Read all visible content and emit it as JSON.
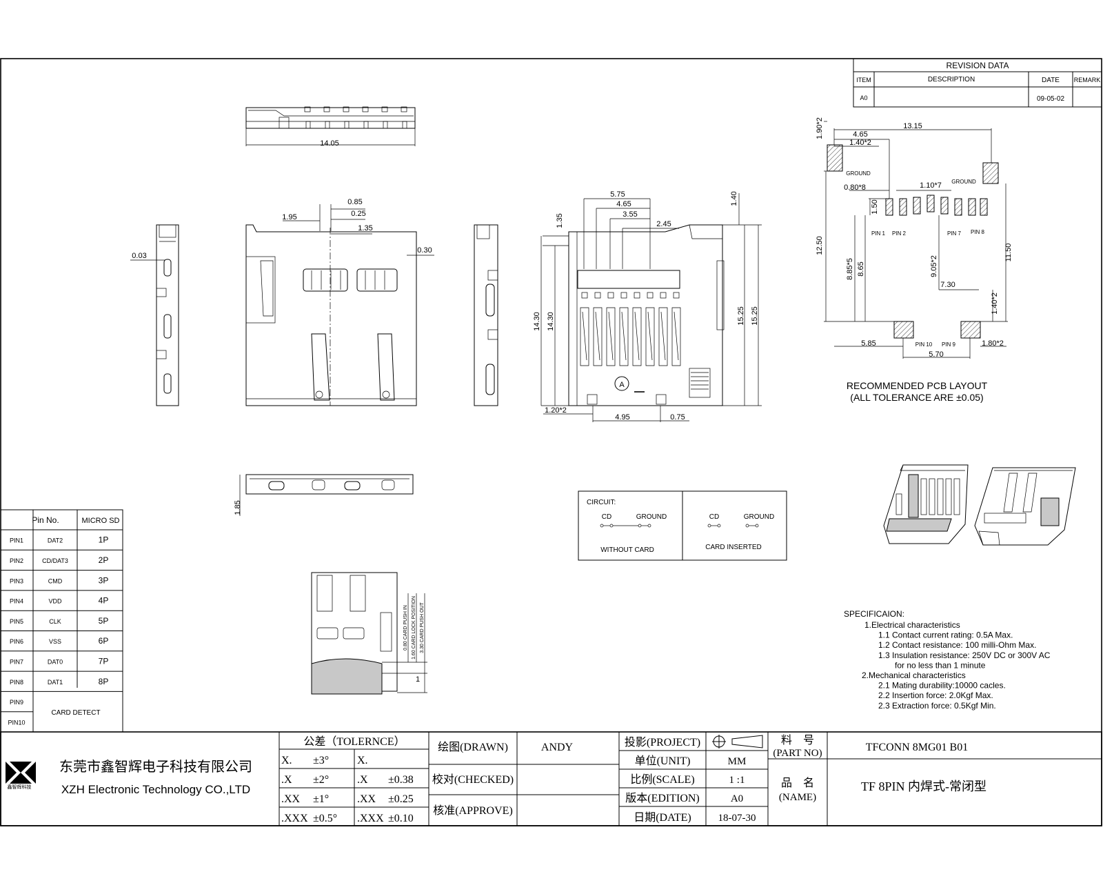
{
  "revision": {
    "title": "REVISION DATA",
    "headers": [
      "ITEM",
      "DESCRIPTION",
      "DATE",
      "REMARK"
    ],
    "row": {
      "item": "A0",
      "description": "",
      "date": "09-05-02",
      "remark": ""
    }
  },
  "top_view": {
    "width_dim": "14.05"
  },
  "front_view": {
    "dims": [
      "0.85",
      "0.25",
      "1.95",
      "1.35",
      "0.30"
    ]
  },
  "side_view": {
    "dim": "0.03"
  },
  "main_view": {
    "dims_top": [
      "5.75",
      "4.65",
      "3.55",
      "2.45",
      "1.35",
      "1.40"
    ],
    "dims_side": [
      "14.30",
      "14.30",
      "15.25",
      "15.25"
    ],
    "dims_bottom": [
      "1.20*2",
      "4.95",
      "0.75"
    ],
    "marker": "A"
  },
  "bottom_view": {
    "dim": "1.85"
  },
  "pcb_layout": {
    "dims": [
      "13.15",
      "4.65",
      "1.40*2",
      "1.90*2",
      "0.80*8",
      "1.10*7",
      "1.50",
      "12.50",
      "8.85*5",
      "8.65",
      "9.05*2",
      "7.30",
      "11.50",
      "1.40*2",
      "5.85",
      "5.70",
      "1.80*2"
    ],
    "labels": {
      "ground1": "GROUND",
      "ground2": "GROUND",
      "pin1": "PIN 1",
      "pin2": "PIN 2",
      "pin7": "PIN 7",
      "pin8": "PIN 8",
      "pin10": "PIN 10",
      "pin9": "PIN 9"
    },
    "caption1": "RECOMMENDED PCB LAYOUT",
    "caption2": "(ALL TOLERANCE ARE ±0.05)"
  },
  "push_view": {
    "labels": [
      "0.80 CARD PUSH IN",
      "1.60 CARD LOCK POSITION",
      "3.30 CARD PUSH OUT"
    ],
    "dim": "1"
  },
  "pin_table": {
    "headers": [
      "Pin No.",
      "MICRO SD"
    ],
    "rows": [
      {
        "pin": "PIN1",
        "name": "DAT2",
        "sd": "1P"
      },
      {
        "pin": "PIN2",
        "name": "CD/DAT3",
        "sd": "2P"
      },
      {
        "pin": "PIN3",
        "name": "CMD",
        "sd": "3P"
      },
      {
        "pin": "PIN4",
        "name": "VDD",
        "sd": "4P"
      },
      {
        "pin": "PIN5",
        "name": "CLK",
        "sd": "5P"
      },
      {
        "pin": "PIN6",
        "name": "VSS",
        "sd": "6P"
      },
      {
        "pin": "PIN7",
        "name": "DAT0",
        "sd": "7P"
      },
      {
        "pin": "PIN8",
        "name": "DAT1",
        "sd": "8P"
      },
      {
        "pin": "PIN9",
        "name": "",
        "sd": ""
      },
      {
        "pin": "PIN10",
        "name": "",
        "sd": ""
      }
    ],
    "merged": "CARD DETECT"
  },
  "circuit": {
    "title": "CIRCUIT:",
    "left": {
      "cd": "CD",
      "ground": "GROUND",
      "caption": "WITHOUT CARD"
    },
    "right": {
      "cd": "CD",
      "ground": "GROUND",
      "caption": "CARD INSERTED"
    }
  },
  "spec": {
    "title": "SPECIFICAION:",
    "lines": [
      "1.Electrical characteristics",
      "1.1 Contact current rating: 0.5A Max.",
      "1.2 Contact resistance: 100 milli-Ohm Max.",
      "1.3 Insulation resistance: 250V DC or 300V AC",
      "for no less than 1 minute",
      "2.Mechanical characteristics",
      "2.1 Mating durability:10000 cacles.",
      "2.2 Insertion force: 2.0Kgf Max.",
      "2.3 Extraction force: 0.5Kgf Min."
    ]
  },
  "title_block": {
    "company_cn": "东莞市鑫智辉电子科技有限公司",
    "company_en": "XZH Electronic Technology CO.,LTD",
    "logo_sub": "鑫智辉科技",
    "tolerance": {
      "title": "公差（TOLERNCE）",
      "rows": [
        [
          "X.",
          "±3°",
          "X.",
          ""
        ],
        [
          ".X",
          "±2°",
          ".X",
          "±0.38"
        ],
        [
          ".XX",
          "±1°",
          ".XX",
          "±0.25"
        ],
        [
          ".XXX",
          "±0.5°",
          ".XXX",
          "±0.10"
        ]
      ]
    },
    "drawn_label": "绘图(DRAWN)",
    "drawn_value": "ANDY",
    "checked_label": "校对(CHECKED)",
    "approve_label": "核准(APPROVE)",
    "project_label": "投影(PROJECT)",
    "unit_label": "单位(UNIT)",
    "unit_value": "MM",
    "scale_label": "比例(SCALE)",
    "scale_value": "1 :1",
    "edition_label": "版本(EDITION)",
    "edition_value": "A0",
    "date_label": "日期(DATE)",
    "date_value": "18-07-30",
    "part_no_label": "料　号",
    "part_no_sub": "(PART NO)",
    "part_no_value": "TFCONN 8MG01 B01",
    "name_label": "品　名",
    "name_sub": "(NAME)",
    "name_value": "TF 8PIN 内焊式-常闭型"
  }
}
